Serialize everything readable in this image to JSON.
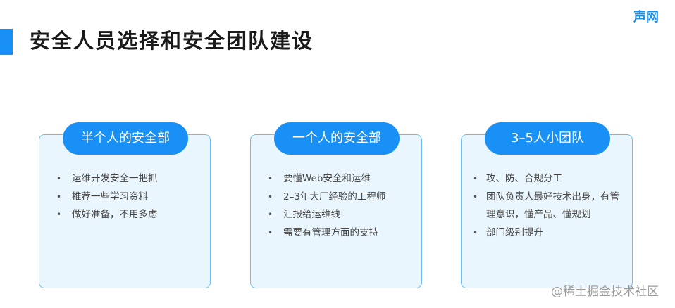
{
  "header": {
    "title": "安全人员选择和安全团队建设",
    "brand": "声网",
    "accent_color": "#1890f5"
  },
  "cards": [
    {
      "title": "半个人的安全部",
      "items": [
        "运维开发安全一把抓",
        "推荐一些学习资料",
        "做好准备，不用多虑"
      ]
    },
    {
      "title": "一个人的安全部",
      "items": [
        "要懂Web安全和运维",
        "2–3年大厂经验的工程师",
        "汇报给运维线",
        "需要有管理方面的支持"
      ]
    },
    {
      "title": "3–5人小团队",
      "items": [
        "攻、防、合规分工",
        "团队负责人最好技术出身，有管理意识，懂产品、懂规划",
        "部门级别提升"
      ]
    }
  ],
  "bullet": "•",
  "watermark": "@稀土掘金技术社区"
}
